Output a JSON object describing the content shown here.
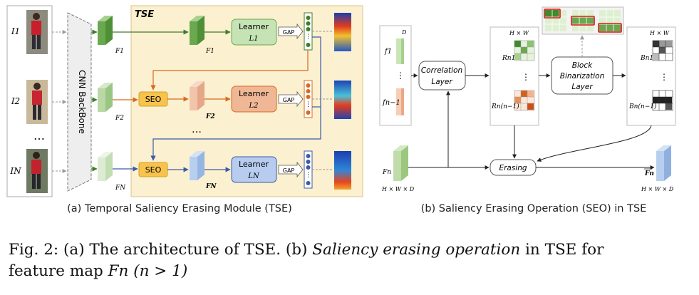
{
  "panel_a": {
    "inputs": [
      "I1",
      "I2",
      "…",
      "IN"
    ],
    "backbone_label": "CNN BackBone",
    "tse_title": "TSE",
    "features": [
      "F1",
      "F2",
      "FN"
    ],
    "learners": [
      {
        "title": "Learner",
        "sub": "L1"
      },
      {
        "title": "Learner",
        "sub": "L2"
      },
      {
        "title": "Learner",
        "sub": "LN"
      }
    ],
    "gap_label": "GAP",
    "seo_label": "SEO",
    "erased_features": [
      "F2",
      "FN"
    ],
    "caption": "(a) Temporal Saliency Erasing Module (TSE)"
  },
  "panel_b": {
    "d_label": "D",
    "hw_label": "H × W",
    "f_labels": [
      "f1",
      "fn−1"
    ],
    "correlation": [
      "Correlation",
      "Layer"
    ],
    "r_labels": [
      "Rn1",
      "Rn(n−1)"
    ],
    "block_binarization": [
      "Block",
      "Binarization",
      "Layer"
    ],
    "b_labels": [
      "Bn1",
      "Bn(n−1)"
    ],
    "fn_label": "Fn",
    "dim_label": "H × W × D",
    "erasing": "Erasing",
    "fn_bar": "Fn",
    "caption": "(b) Saliency Erasing Operation (SEO) in TSE"
  },
  "figure_caption": {
    "prefix": "Fig. 2: (a) The architecture of TSE. (b)",
    "italic": "Saliency erasing operation",
    "suffix": "in TSE for",
    "line2_prefix": "feature map",
    "math": "Fn (n > 1)"
  },
  "colors": {
    "tse_bg": "#fbf0cf",
    "green": "#7fb86a",
    "orange": "#e08a5a",
    "blue": "#8fb4e0",
    "seo": "#f7c34c",
    "arrow_orange": "#d66a1f",
    "arrow_blue": "#3d5aa8"
  }
}
